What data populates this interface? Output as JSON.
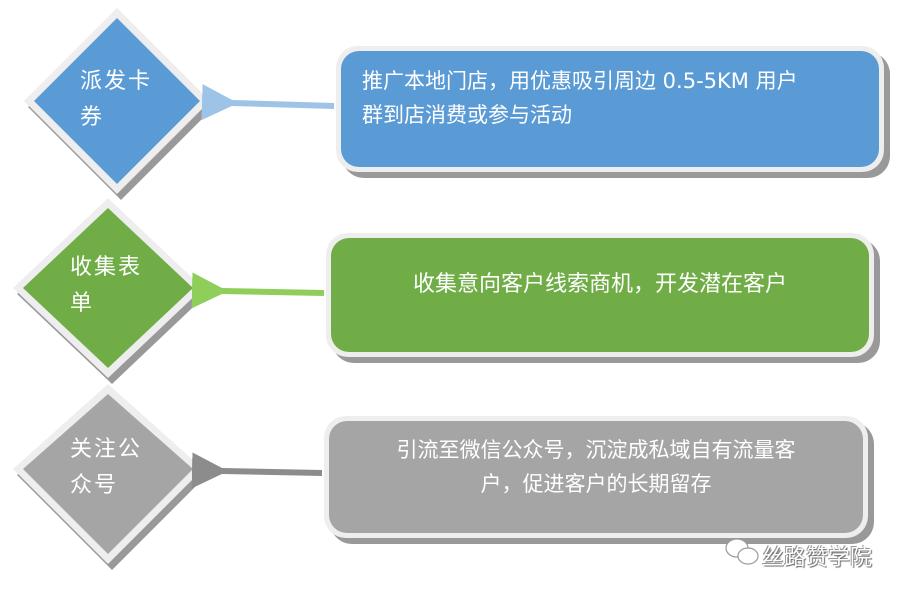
{
  "colors": {
    "blue": "#5b9bd5",
    "green": "#70ad47",
    "gray": "#a5a5a5",
    "blue_arrow": "#9dc3e6",
    "green_arrow": "#8fce5a",
    "gray_arrow": "#8c8c8c"
  },
  "rows": [
    {
      "label": "派发卡券",
      "label_lines": [
        "派发卡",
        "券"
      ],
      "description": "推广本地门店，用优惠吸引周边 0.5-5KM 用户群到店消费或参与活动",
      "desc_lines": [
        "推广本地门店，用优惠吸引周边 0.5-5KM 用户",
        "群到店消费或参与活动"
      ]
    },
    {
      "label": "收集表单",
      "label_lines": [
        "收集表",
        "单"
      ],
      "description": "收集意向客户线索商机，开发潜在客户",
      "desc_lines": [
        "收集意向客户线索商机，开发潜在客户"
      ]
    },
    {
      "label": "关注公众号",
      "label_lines": [
        "关注公",
        "众号"
      ],
      "description": "引流至微信公众号，沉淀成私域自有流量客户，促进客户的长期留存",
      "desc_lines": [
        "引流至微信公众号，沉淀成私域自有流量客",
        "户，促进客户的长期留存"
      ]
    }
  ],
  "watermark": "丝路赞学院"
}
